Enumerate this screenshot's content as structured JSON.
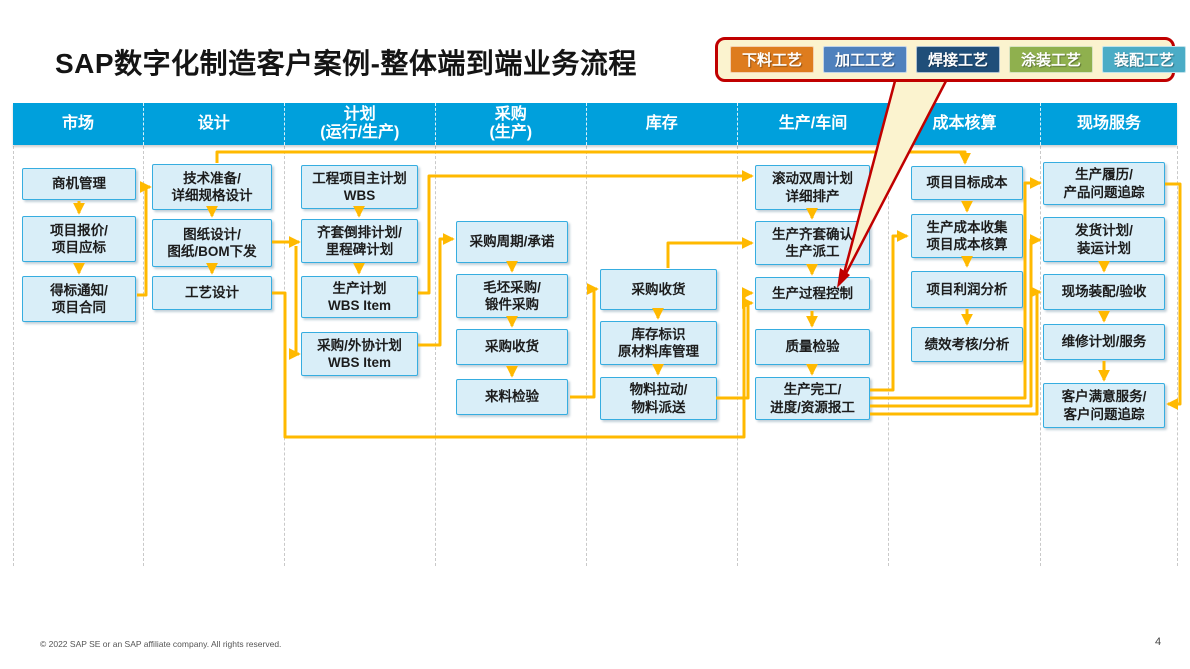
{
  "slide": {
    "title": "SAP数字化制造客户案例-整体端到端业务流程",
    "footer": "© 2022 SAP SE or an SAP affiliate company. All rights reserved.",
    "page_number": "4"
  },
  "process_tags": {
    "items": [
      {
        "label": "下料工艺",
        "color": "#DE7C1E"
      },
      {
        "label": "加工工艺",
        "color": "#4F81BD"
      },
      {
        "label": "焊接工艺",
        "color": "#1F4E79"
      },
      {
        "label": "涂装工艺",
        "color": "#8FB04E"
      },
      {
        "label": "装配工艺",
        "color": "#4BACC6"
      }
    ],
    "border_color": "#C00000",
    "background": "#FBF3CF"
  },
  "colors": {
    "header_bg": "#00A0DC",
    "header_text": "#FFFFFF",
    "box_fill": "#D9EEF8",
    "box_border": "#36ADE0",
    "arrow": "#FFB900",
    "callout_red": "#C00000"
  },
  "columns": [
    {
      "header_lines": [
        "市场"
      ],
      "boxes": [
        [
          "商机管理"
        ],
        [
          "项目报价/",
          "项目应标"
        ],
        [
          "得标通知/",
          "项目合同"
        ]
      ]
    },
    {
      "header_lines": [
        "设计"
      ],
      "boxes": [
        [
          "技术准备/",
          "详细规格设计"
        ],
        [
          "图纸设计/",
          "图纸/BOM下发"
        ],
        [
          "工艺设计"
        ]
      ]
    },
    {
      "header_lines": [
        "计划",
        "(运行/生产)"
      ],
      "boxes": [
        [
          "工程项目主计划",
          "WBS"
        ],
        [
          "齐套倒排计划/",
          "里程碑计划"
        ],
        [
          "生产计划",
          "WBS Item"
        ],
        [
          "采购/外协计划",
          "WBS Item"
        ]
      ]
    },
    {
      "header_lines": [
        "采购",
        "(生产)"
      ],
      "boxes": [
        [
          "采购周期/承诺"
        ],
        [
          "毛坯采购/",
          "锻件采购"
        ],
        [
          "采购收货"
        ],
        [
          "来料检验"
        ]
      ]
    },
    {
      "header_lines": [
        "库存"
      ],
      "boxes": [
        [
          "采购收货"
        ],
        [
          "库存标识",
          "原材料库管理"
        ],
        [
          "物料拉动/",
          "物料派送"
        ]
      ]
    },
    {
      "header_lines": [
        "生产/车间"
      ],
      "boxes": [
        [
          "滚动双周计划",
          "详细排产"
        ],
        [
          "生产齐套确认",
          "生产派工"
        ],
        [
          "生产过程控制"
        ],
        [
          "质量检验"
        ],
        [
          "生产完工/",
          "进度/资源报工"
        ]
      ]
    },
    {
      "header_lines": [
        "成本核算"
      ],
      "boxes": [
        [
          "项目目标成本"
        ],
        [
          "生产成本收集",
          "项目成本核算"
        ],
        [
          "项目利润分析"
        ],
        [
          "绩效考核/分析"
        ]
      ]
    },
    {
      "header_lines": [
        "现场服务"
      ],
      "boxes": [
        [
          "生产履历/",
          "产品问题追踪"
        ],
        [
          "发货计划/",
          "装运计划"
        ],
        [
          "现场装配/验收"
        ],
        [
          "维修计划/服务"
        ],
        [
          "客户满意服务/",
          "客户问题追踪"
        ]
      ]
    }
  ]
}
